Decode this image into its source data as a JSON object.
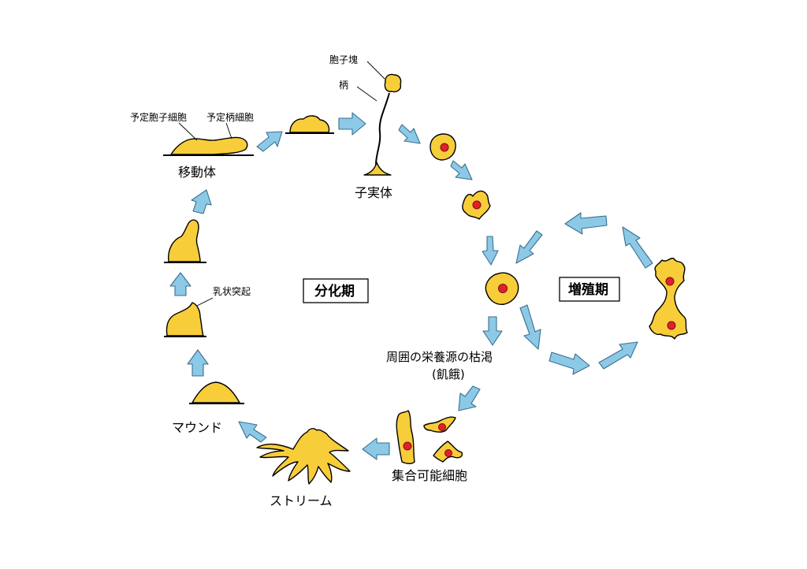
{
  "labels": {
    "migrating_body": "移動体",
    "prespore_cell": "予定胞子細胞",
    "prestalk_cell": "予定柄細胞",
    "spore_mass": "胞子塊",
    "stalk": "柄",
    "fruiting_body": "子実体",
    "papilla": "乳状突起",
    "mound": "マウンド",
    "stream": "ストリーム",
    "aggregation_cells": "集合可能細胞",
    "starvation_line1": "周囲の栄養源の枯渇",
    "starvation_line2": "(飢餓)"
  },
  "phases": {
    "differentiation": "分化期",
    "proliferation": "増殖期"
  },
  "colors": {
    "cell_fill": "#f7cd3a",
    "nucleus": "#e3202a",
    "arrow_fill": "#8cc9e6",
    "arrow_stroke": "#3a6f8f"
  }
}
